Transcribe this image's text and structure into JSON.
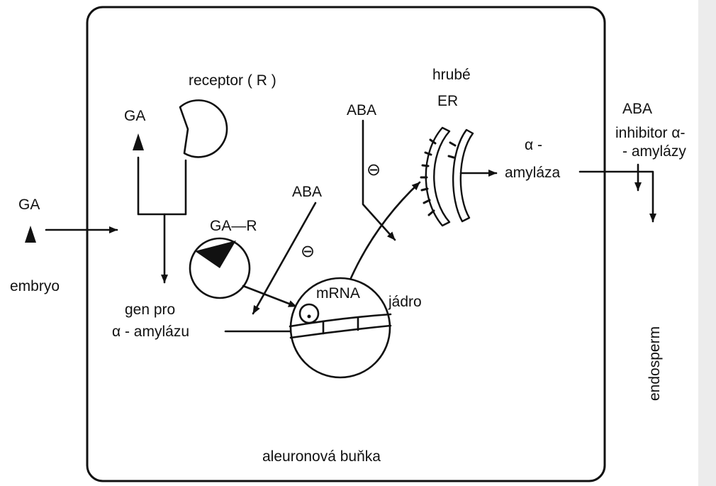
{
  "labels": {
    "receptor": "receptor ( R )",
    "ga_top": "GA",
    "ga_left": "GA",
    "embryo": "embryo",
    "ga_r": "GA—R",
    "gen_line1": "gen pro",
    "gen_line2": "α - amylázu",
    "aba_middle": "ABA",
    "minus_middle": "⊖",
    "aba_upper": "ABA",
    "minus_upper": "⊖",
    "er_line1": "hrubé",
    "er_line2": "ER",
    "alpha_line1": "α -",
    "alpha_line2": "amyláza",
    "aba_right": "ABA",
    "inhibitor_line1": "inhibitor α-",
    "inhibitor_line2": "- amylázy",
    "mrna": "mRNA",
    "nucleus": "jádro",
    "endosperm": "endosperm",
    "cell": "aleuronová  buňka"
  }
}
